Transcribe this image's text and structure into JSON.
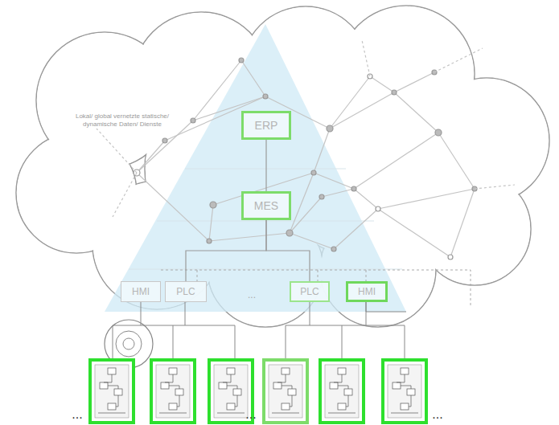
{
  "diagram": {
    "nodes": [
      {
        "text": [
          "ERP"
        ]
      },
      {
        "text": [
          "MES"
        ]
      },
      {
        "text": [
          "HMI"
        ]
      },
      {
        "text": [
          "PLC"
        ]
      },
      {
        "text": [
          "PLC"
        ]
      },
      {
        "text": [
          "HMI"
        ]
      }
    ],
    "edges": [
      {
        "from": 0,
        "to": 1,
        "arrow": "none"
      },
      {
        "from": 1,
        "to": 3,
        "arrow": "none"
      },
      {
        "from": 1,
        "to": 4,
        "arrow": "none"
      }
    ],
    "labels": [
      "Lokal/ global vernetzte statische/ dynamische Daten/ Dienste",
      "...",
      "...",
      "...",
      "..."
    ]
  }
}
